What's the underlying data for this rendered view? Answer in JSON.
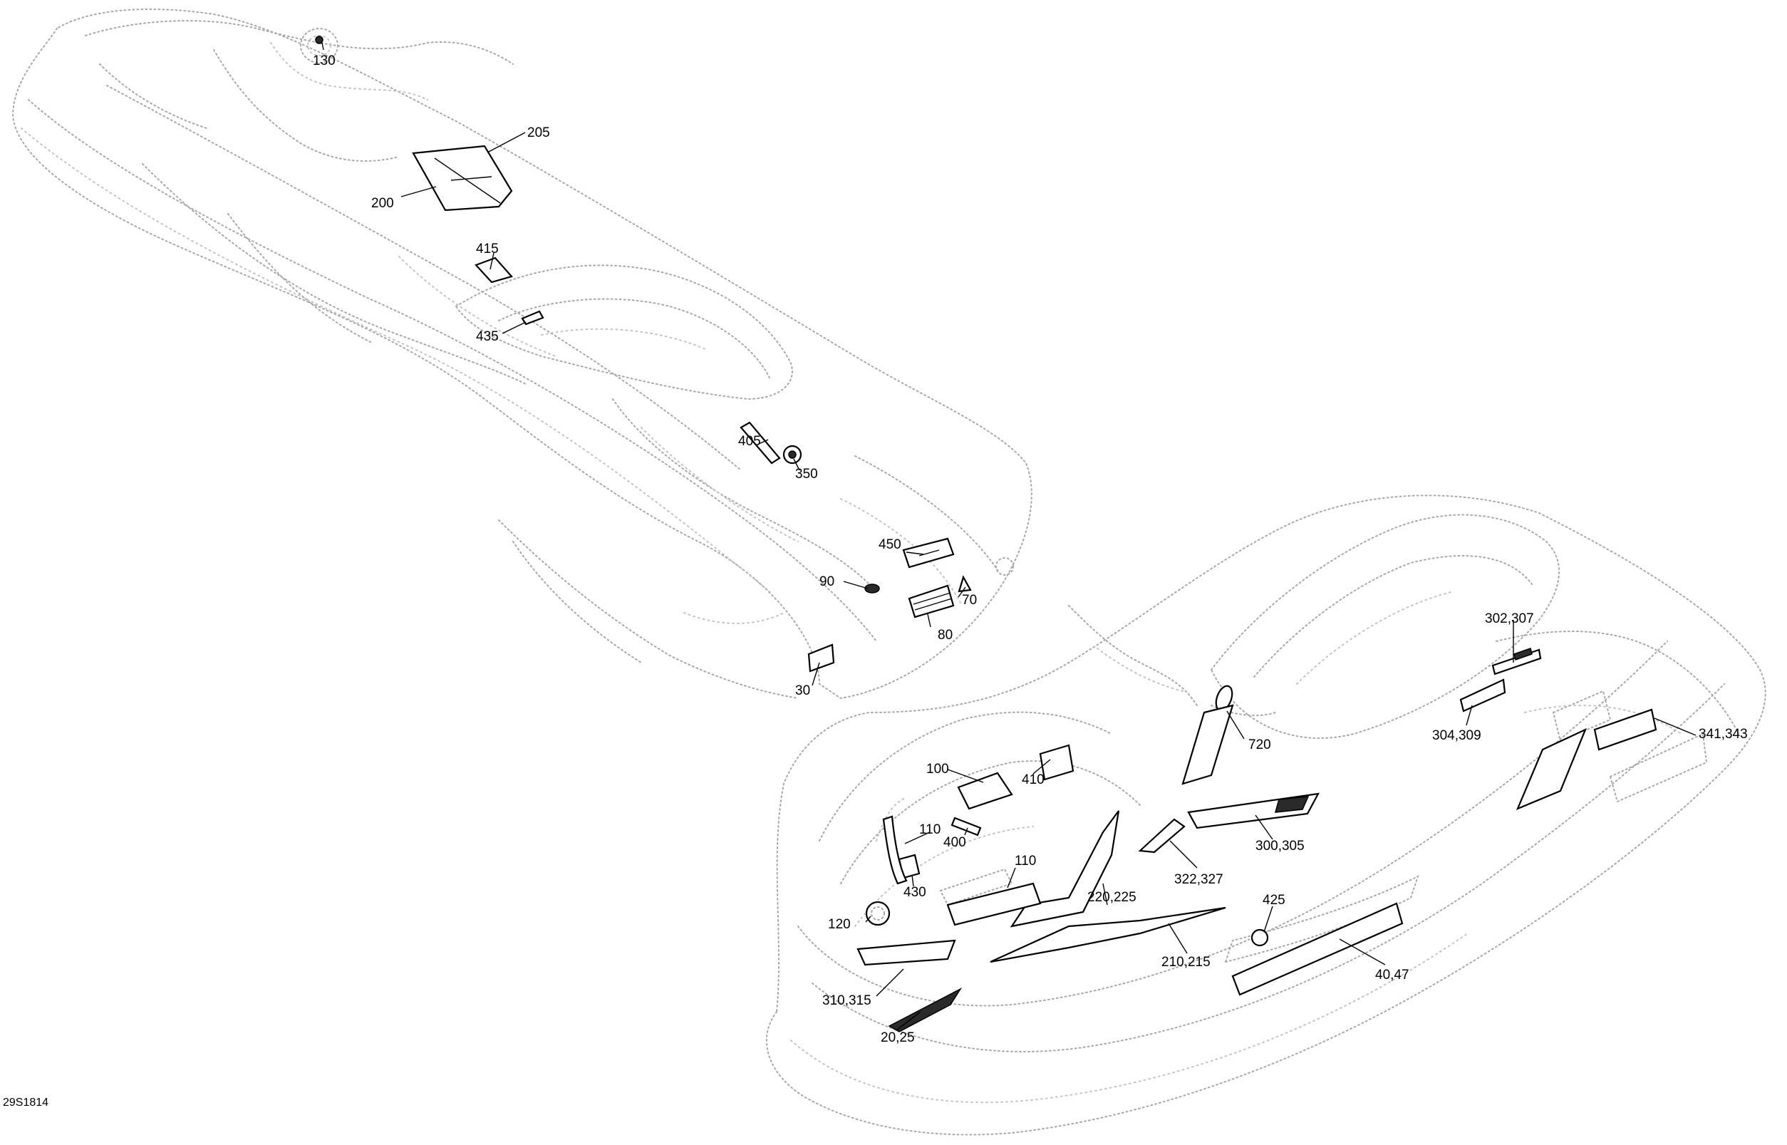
{
  "diagram_code": "29S1814",
  "callouts": [
    {
      "id": "c130",
      "label": "130"
    },
    {
      "id": "c205",
      "label": "205"
    },
    {
      "id": "c200",
      "label": "200"
    },
    {
      "id": "c415",
      "label": "415"
    },
    {
      "id": "c435",
      "label": "435"
    },
    {
      "id": "c405",
      "label": "405"
    },
    {
      "id": "c350",
      "label": "350"
    },
    {
      "id": "c450",
      "label": "450"
    },
    {
      "id": "c90",
      "label": "90"
    },
    {
      "id": "c70",
      "label": "70"
    },
    {
      "id": "c80",
      "label": "80"
    },
    {
      "id": "c30",
      "label": "30"
    },
    {
      "id": "c302",
      "label": "302,307"
    },
    {
      "id": "c720",
      "label": "720"
    },
    {
      "id": "c304",
      "label": "304,309"
    },
    {
      "id": "c341",
      "label": "341,343"
    },
    {
      "id": "c100",
      "label": "100"
    },
    {
      "id": "c410",
      "label": "410"
    },
    {
      "id": "c110a",
      "label": "110"
    },
    {
      "id": "c400",
      "label": "400"
    },
    {
      "id": "c110b",
      "label": "110"
    },
    {
      "id": "c300",
      "label": "300,305"
    },
    {
      "id": "c430",
      "label": "430"
    },
    {
      "id": "c220",
      "label": "220,225"
    },
    {
      "id": "c322",
      "label": "322,327"
    },
    {
      "id": "c425",
      "label": "425"
    },
    {
      "id": "c120",
      "label": "120"
    },
    {
      "id": "c210",
      "label": "210,215"
    },
    {
      "id": "c40",
      "label": "40,47"
    },
    {
      "id": "c310",
      "label": "310,315"
    },
    {
      "id": "c20",
      "label": "20,25"
    }
  ]
}
